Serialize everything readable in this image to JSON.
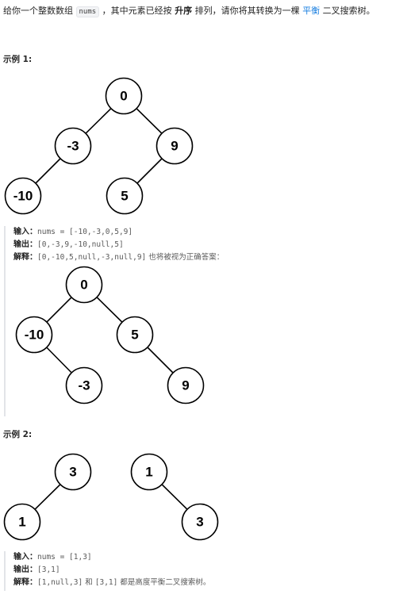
{
  "intro": {
    "part1": "给你一个整数数组 ",
    "code": "nums",
    "part2": " ，其中元素已经按 ",
    "bold": "升序",
    "part3": " 排列，请你将其转换为一棵 ",
    "link": "平衡",
    "part4": " 二叉搜索树。"
  },
  "example1": {
    "title": "示例 1:",
    "tree_nodes": [
      "0",
      "-3",
      "9",
      "-10",
      "5"
    ],
    "input_label": "输入：",
    "input_value": "nums = [-10,-3,0,5,9]",
    "output_label": "输出：",
    "output_value": "[0,-3,9,-10,null,5]",
    "explain_label": "解释：",
    "explain_code": "[0,-10,5,null,-3,null,9]",
    "explain_text": " 也将被视为正确答案：",
    "alt_tree_nodes": [
      "0",
      "-10",
      "5",
      "-3",
      "9"
    ]
  },
  "example2": {
    "title": "示例 2:",
    "tree_a_nodes": [
      "3",
      "1"
    ],
    "tree_b_nodes": [
      "1",
      "3"
    ],
    "input_label": "输入：",
    "input_value": "nums = [1,3]",
    "output_label": "输出：",
    "output_value": "[3,1]",
    "explain_label": "解释：",
    "explain_code_1": "[1,null,3]",
    "explain_mid": " 和 ",
    "explain_code_2": "[3,1]",
    "explain_text": " 都是高度平衡二叉搜索树。"
  }
}
